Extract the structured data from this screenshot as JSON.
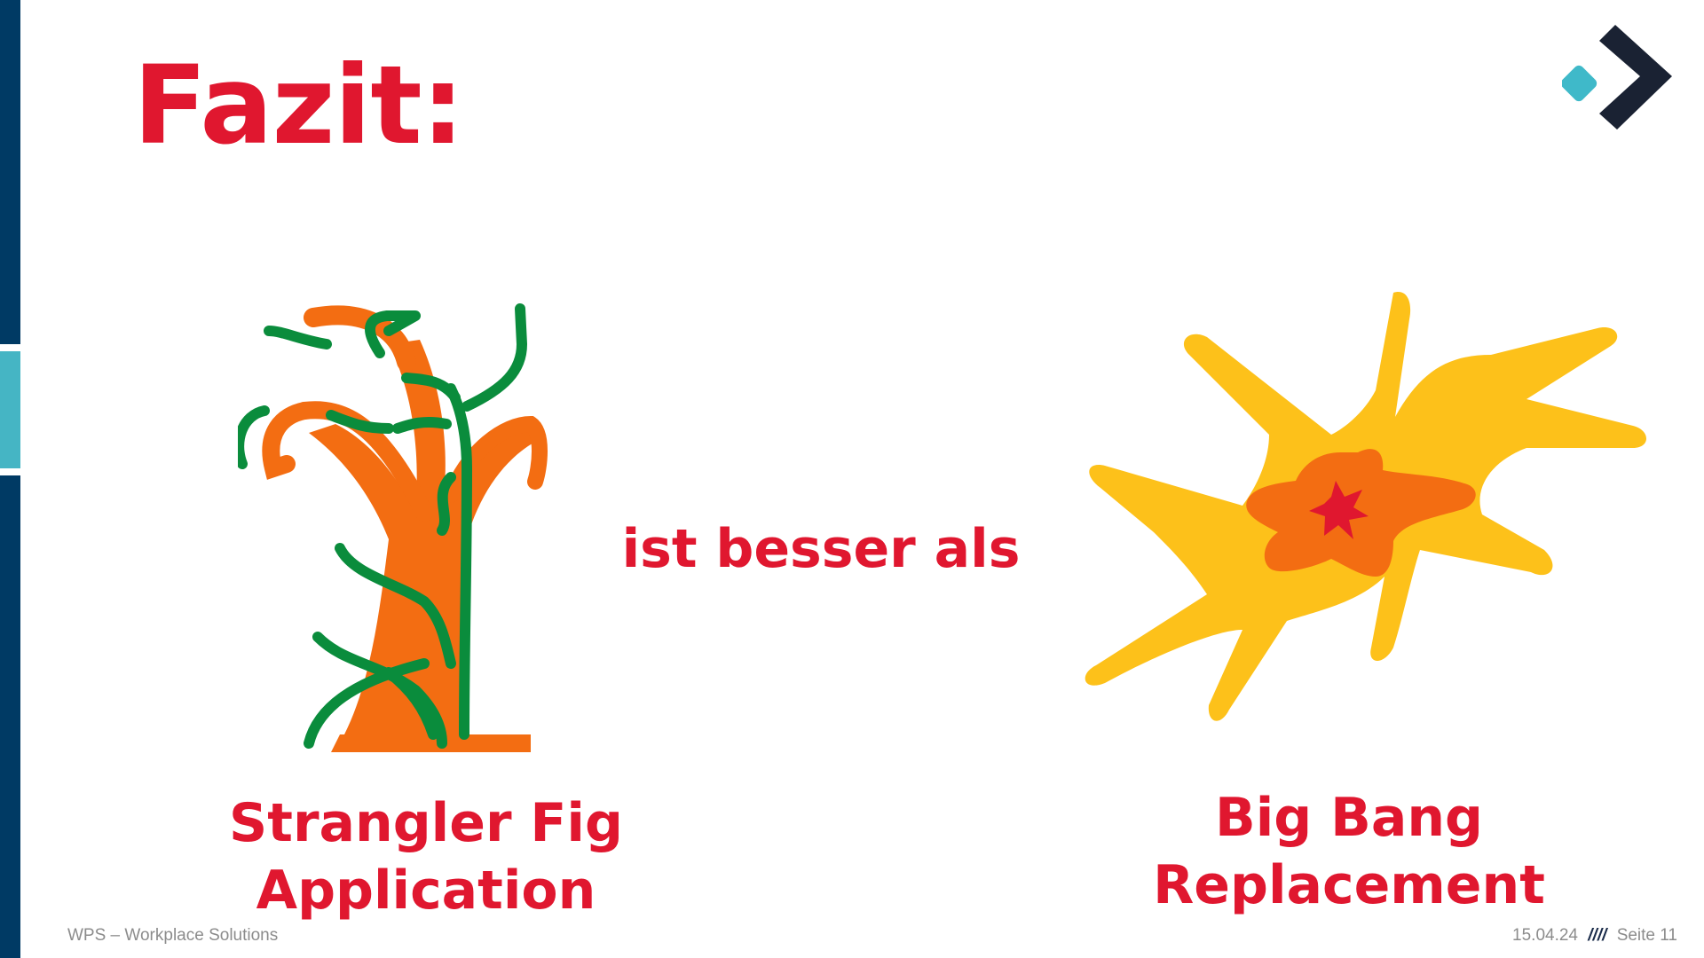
{
  "colors": {
    "accent_red": "#e0172f",
    "sidebar_dark": "#003a64",
    "sidebar_teal": "#45b5c4",
    "logo_dark": "#1a2233",
    "logo_teal": "#3fb9c9",
    "tree_orange": "#f36d12",
    "vine_green": "#0a8c3c",
    "burst_yellow": "#fdc11a",
    "burst_orange": "#f36d12",
    "burst_red": "#e0172f"
  },
  "slide": {
    "title": "Fazit:",
    "middle_text": "ist besser als",
    "left_label": [
      "Strangler Fig",
      "Application"
    ],
    "right_label": [
      "Big Bang",
      "Replacement"
    ]
  },
  "icons": {
    "logo": "wps-chevron-logo-icon",
    "left_illustration": "strangler-fig-tree-icon",
    "right_illustration": "explosion-icon"
  },
  "footer": {
    "company": "WPS – Workplace Solutions",
    "date": "15.04.24",
    "separator": "////",
    "page": "Seite 11"
  }
}
